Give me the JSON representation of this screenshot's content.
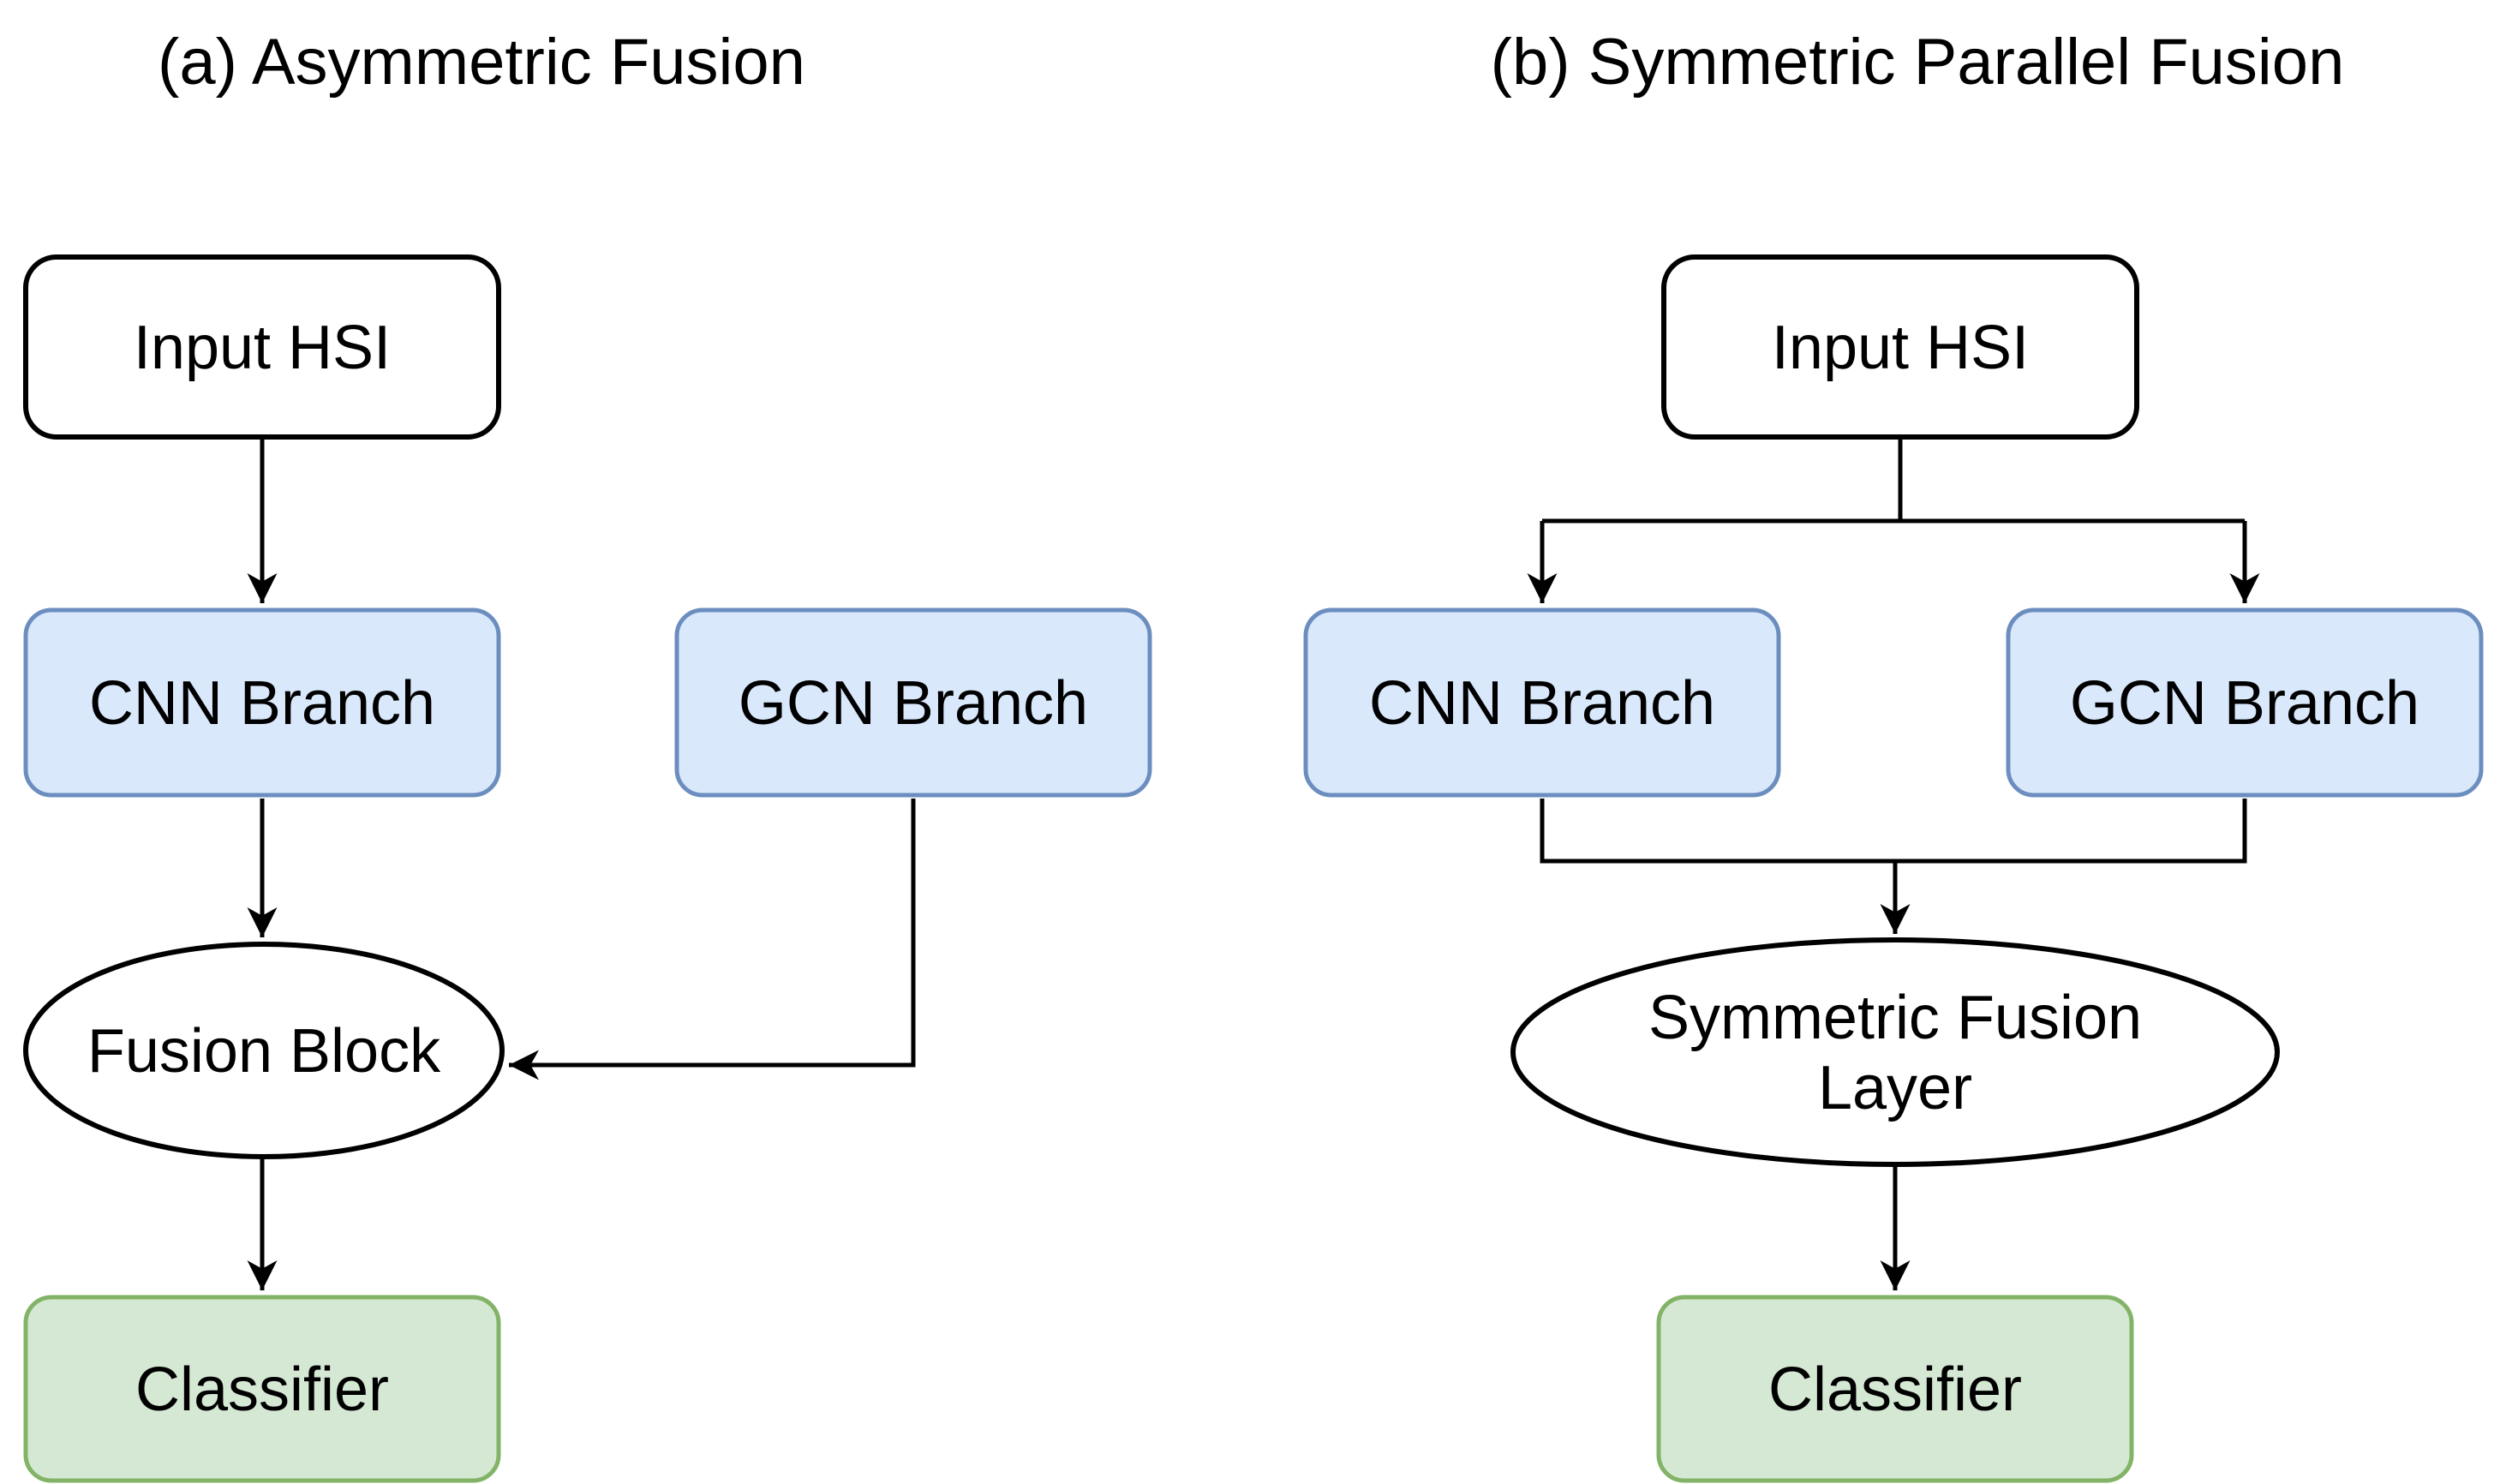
{
  "canvas": {
    "background": "#ffffff"
  },
  "colors": {
    "text": "#000000",
    "line": "#000000",
    "plain_node_fill": "#ffffff",
    "plain_node_stroke": "#000000",
    "branch_node_fill": "#dae8fc",
    "branch_node_stroke": "#6c8ebf",
    "classifier_node_fill": "#d5e8d4",
    "classifier_node_stroke": "#82b366"
  },
  "panels": [
    {
      "id": "a",
      "title": "(a) Asymmetric Fusion",
      "nodes": {
        "input": "Input HSI",
        "cnn": "CNN Branch",
        "gcn": "GCN Branch",
        "fusion": "Fusion Block",
        "classifier": "Classifier"
      }
    },
    {
      "id": "b",
      "title": "(b) Symmetric Parallel Fusion",
      "nodes": {
        "input": "Input HSI",
        "cnn": "CNN Branch",
        "gcn": "GCN Branch",
        "fusion_line1": "Symmetric Fusion",
        "fusion_line2": "Layer",
        "classifier": "Classifier"
      }
    }
  ]
}
